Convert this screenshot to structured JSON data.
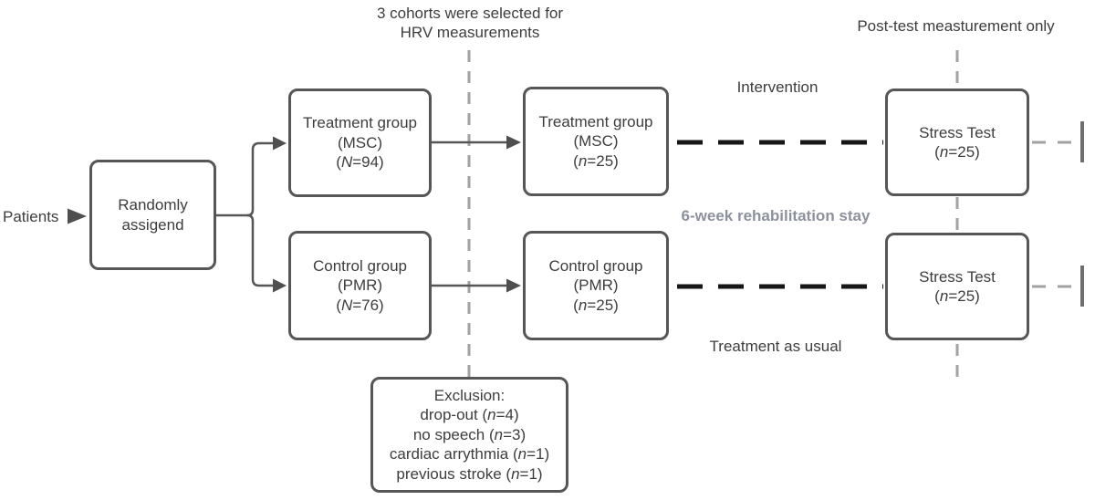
{
  "labels": {
    "patients": "Patients",
    "cohorts_line1": "3 cohorts were selected for",
    "cohorts_line2": "HRV measurements",
    "posttest": "Post-test measturement only",
    "intervention": "Intervention",
    "rehab": "6-week rehabilitation stay",
    "treatment_as_usual": "Treatment as usual"
  },
  "boxes": {
    "randomly": {
      "line1": "Randomly",
      "line2": "assigend"
    },
    "treatment_full": {
      "title": "Treatment group",
      "sub": "(MSC)",
      "stat": {
        "pre": "(",
        "var": "N",
        "post": "=94)"
      }
    },
    "control_full": {
      "title": "Control group",
      "sub": "(PMR)",
      "stat": {
        "pre": "(",
        "var": "N",
        "post": "=76)"
      }
    },
    "treatment_hrv": {
      "title": "Treatment group",
      "sub": "(MSC)",
      "stat": {
        "pre": "(",
        "var": "n",
        "post": "=25)"
      }
    },
    "control_hrv": {
      "title": "Control group",
      "sub": "(PMR)",
      "stat": {
        "pre": "(",
        "var": "n",
        "post": "=25)"
      }
    },
    "stress_top": {
      "title": "Stress Test",
      "stat": {
        "pre": "(",
        "var": "n",
        "post": "=25)"
      }
    },
    "stress_bottom": {
      "title": "Stress Test",
      "stat": {
        "pre": "(",
        "var": "n",
        "post": "=25)"
      }
    },
    "exclusion": {
      "title": "Exclusion:",
      "items": [
        {
          "pre": "drop-out (",
          "var": "n",
          "post": "=4)"
        },
        {
          "pre": "no speech (",
          "var": "n",
          "post": "=3)"
        },
        {
          "pre": "cardiac arrythmia (",
          "var": "n",
          "post": "=1)"
        },
        {
          "pre": "previous stroke (",
          "var": "n",
          "post": "=1)"
        }
      ]
    }
  },
  "colors": {
    "border": "#565656",
    "text": "#3d3d3d",
    "arrow": "#4f4f4f",
    "graydash": "#a2a2a2",
    "graybar": "#6e6e6e",
    "blackdash": "#161616",
    "rehab": "#8c919d"
  }
}
